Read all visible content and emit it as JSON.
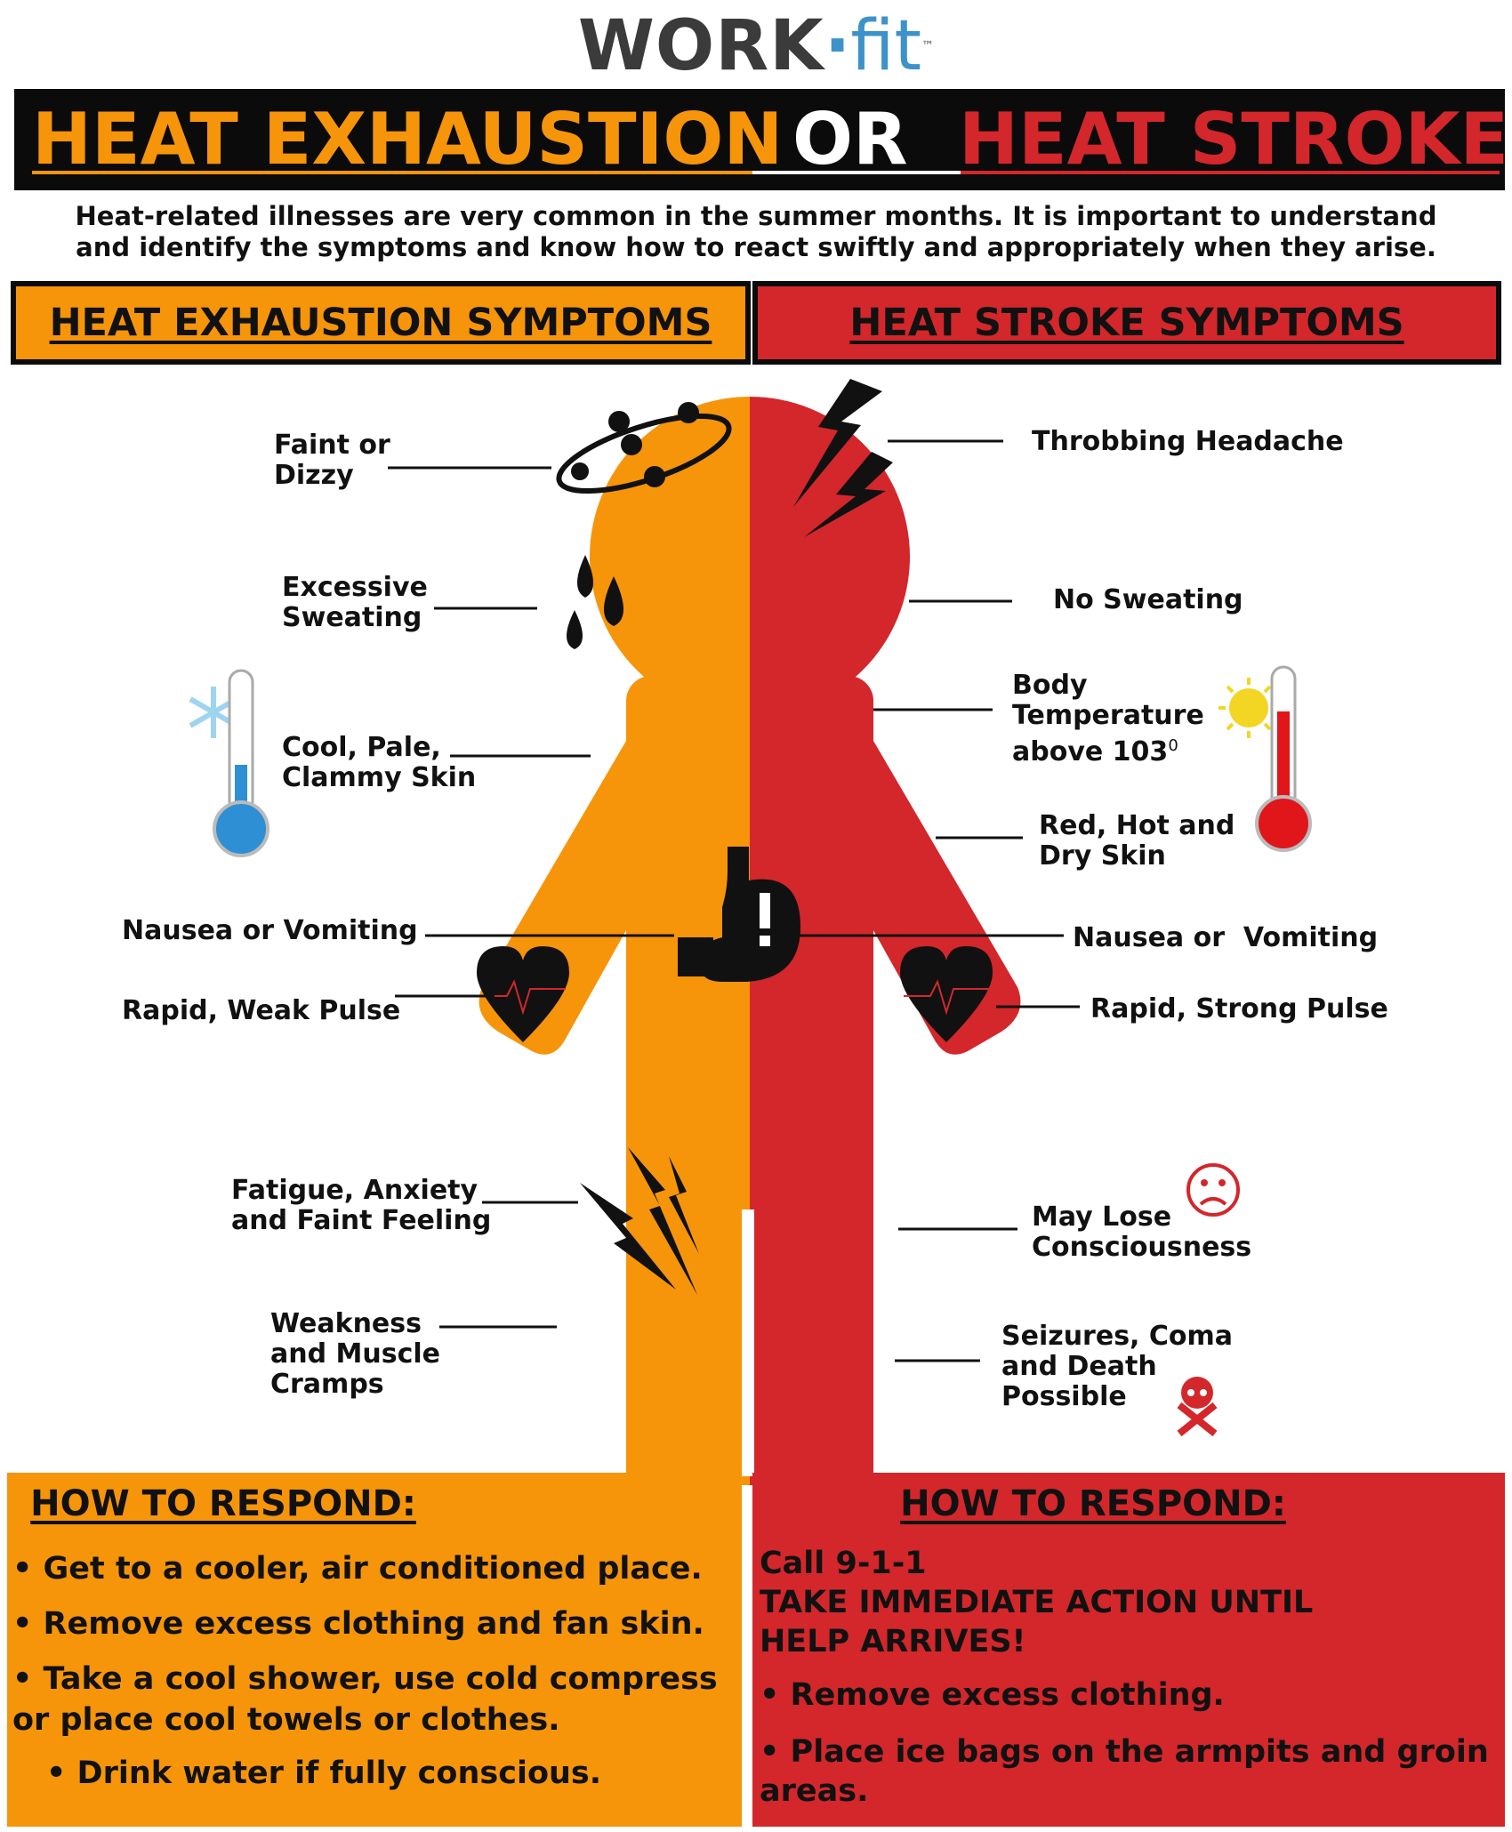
{
  "logo": {
    "work": "WORK",
    "dot": "·",
    "fit": "fit",
    "tm": "™"
  },
  "title": {
    "left": "HEAT EXHAUSTION",
    "middle": "OR",
    "right": "HEAT STROKE?"
  },
  "intro": {
    "line1": "Heat-related illnesses are very common in the summer months. It is important to understand",
    "line2": "and identify the symptoms and know how to react swiftly and appropriately when they arise."
  },
  "headers": {
    "left": "HEAT EXHAUSTION SYMPTOMS",
    "right": "HEAT STROKE SYMPTOMS"
  },
  "exhaustion_symptoms": {
    "faint": [
      "Faint or",
      "Dizzy"
    ],
    "sweating": [
      "Excessive",
      "Sweating"
    ],
    "skin": [
      "Cool, Pale,",
      "Clammy Skin"
    ],
    "nausea": [
      "Nausea or Vomiting"
    ],
    "pulse": [
      "Rapid, Weak Pulse"
    ],
    "fatigue": [
      "Fatigue, Anxiety",
      "and Faint Feeling"
    ],
    "weakness": [
      "Weakness",
      "and Muscle",
      "Cramps"
    ]
  },
  "stroke_symptoms": {
    "headache": [
      "Throbbing Headache"
    ],
    "no_sweat": [
      "No Sweating"
    ],
    "temp": [
      "Body",
      "Temperature",
      "above 103"
    ],
    "temp_sup": "0",
    "skin": [
      "Red, Hot and",
      "Dry Skin"
    ],
    "nausea": [
      "Nausea or  Vomiting"
    ],
    "pulse": [
      "Rapid, Strong Pulse"
    ],
    "conscious": [
      "May Lose",
      "Consciousness"
    ],
    "seizures": [
      "Seizures, Coma",
      "and Death",
      "Possible"
    ]
  },
  "respond_left": {
    "title": "HOW TO RESPOND:",
    "bullets": [
      "• Get to  a cooler, air conditioned place.",
      "• Remove excess clothing and fan skin.",
      "• Take a cool shower, use cold compress",
      "or place cool towels or clothes.",
      "• Drink water if fully conscious."
    ]
  },
  "respond_right": {
    "title": "HOW TO RESPOND:",
    "lines": [
      "Call 9-1-1",
      "TAKE IMMEDIATE ACTION UNTIL",
      "HELP ARRIVES!"
    ],
    "bullets": [
      "• Remove excess clothing.",
      "• Place ice bags on the armpits and groin",
      "areas."
    ]
  },
  "colors": {
    "orange": "#f6950a",
    "red": "#d3272b",
    "black": "#0b0b0b",
    "blue": "#3d93c9"
  }
}
